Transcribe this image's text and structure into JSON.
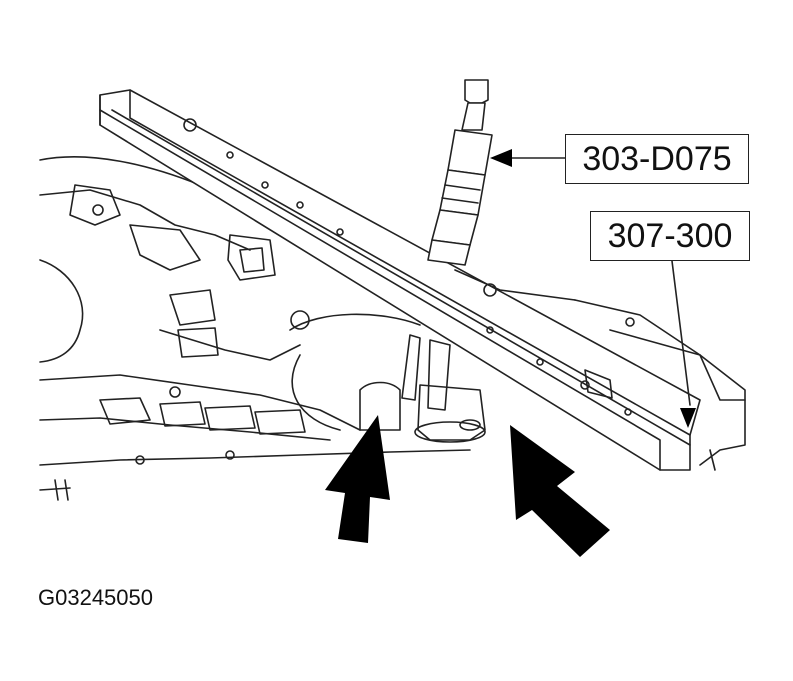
{
  "callouts": {
    "tool_1": "303-D075",
    "tool_2": "307-300"
  },
  "figure_id": "G03245050"
}
